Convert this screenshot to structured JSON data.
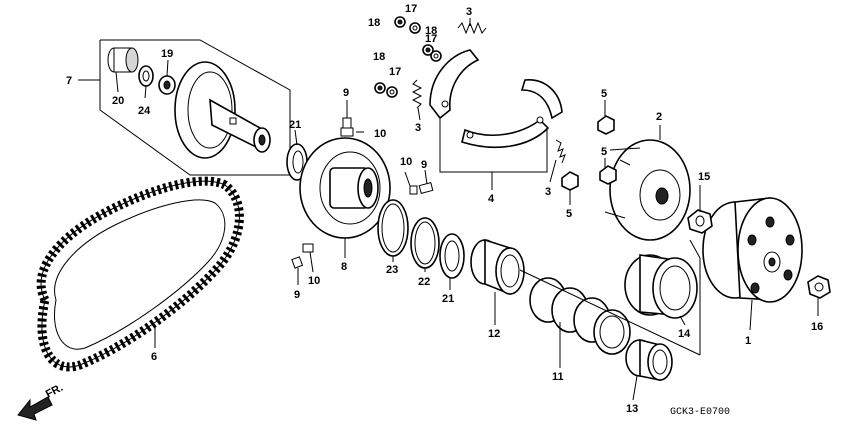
{
  "diagram_code": "GCK3-E0700",
  "direction_label": "FR.",
  "callouts": [
    {
      "id": "c1",
      "text": "1"
    },
    {
      "id": "c2",
      "text": "2"
    },
    {
      "id": "c3a",
      "text": "3"
    },
    {
      "id": "c3b",
      "text": "3"
    },
    {
      "id": "c3c",
      "text": "3"
    },
    {
      "id": "c4",
      "text": "4"
    },
    {
      "id": "c5a",
      "text": "5"
    },
    {
      "id": "c5b",
      "text": "5"
    },
    {
      "id": "c5c",
      "text": "5"
    },
    {
      "id": "c6",
      "text": "6"
    },
    {
      "id": "c7",
      "text": "7"
    },
    {
      "id": "c8",
      "text": "8"
    },
    {
      "id": "c9a",
      "text": "9"
    },
    {
      "id": "c9b",
      "text": "9"
    },
    {
      "id": "c9c",
      "text": "9"
    },
    {
      "id": "c10a",
      "text": "10"
    },
    {
      "id": "c10b",
      "text": "10"
    },
    {
      "id": "c10c",
      "text": "10"
    },
    {
      "id": "c11",
      "text": "11"
    },
    {
      "id": "c12",
      "text": "12"
    },
    {
      "id": "c13",
      "text": "13"
    },
    {
      "id": "c14",
      "text": "14"
    },
    {
      "id": "c15",
      "text": "15"
    },
    {
      "id": "c16",
      "text": "16"
    },
    {
      "id": "c17a",
      "text": "17"
    },
    {
      "id": "c17b",
      "text": "17"
    },
    {
      "id": "c17c",
      "text": "17"
    },
    {
      "id": "c18a",
      "text": "18"
    },
    {
      "id": "c18b",
      "text": "18"
    },
    {
      "id": "c18c",
      "text": "18"
    },
    {
      "id": "c19",
      "text": "19"
    },
    {
      "id": "c20",
      "text": "20"
    },
    {
      "id": "c21a",
      "text": "21"
    },
    {
      "id": "c21b",
      "text": "21"
    },
    {
      "id": "c22",
      "text": "22"
    },
    {
      "id": "c23",
      "text": "23"
    },
    {
      "id": "c24",
      "text": "24"
    }
  ]
}
